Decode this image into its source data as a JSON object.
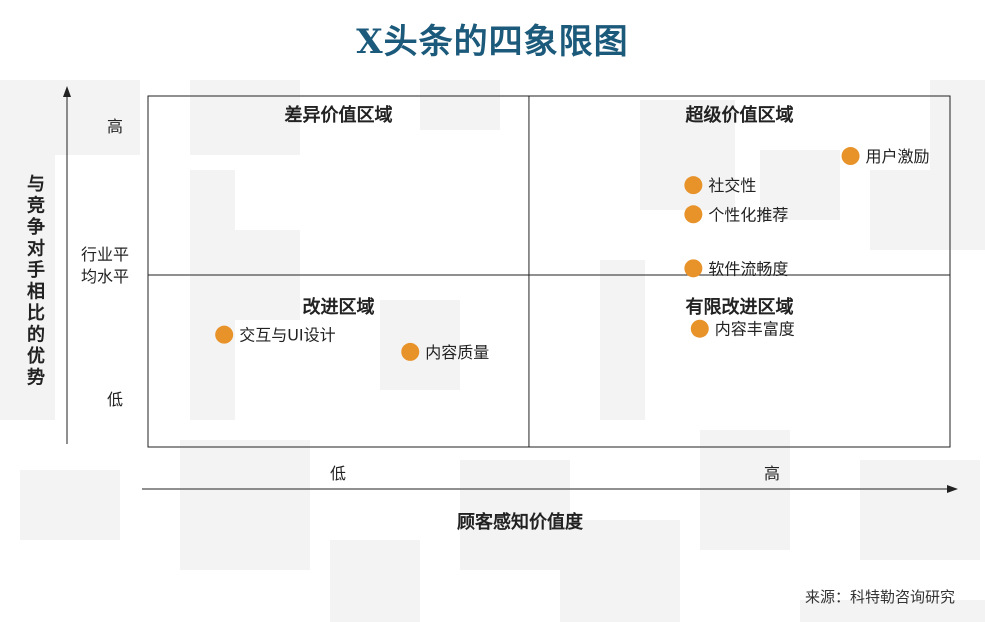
{
  "chart_data": {
    "type": "scatter",
    "title": "X头条的四象限图",
    "xlabel": "顾客感知价值度",
    "ylabel": "与竞争对手相比的优势",
    "x_ticks": [
      "低",
      "高"
    ],
    "y_ticks": [
      "高",
      "行业平均水平",
      "低"
    ],
    "xlim": [
      0,
      1
    ],
    "ylim": [
      0,
      1
    ],
    "quadrant_split": {
      "x": 0.475,
      "y": 0.49
    },
    "quadrants": [
      {
        "name": "差异价值区域",
        "pos": "top-left"
      },
      {
        "name": "超级价值区域",
        "pos": "top-right"
      },
      {
        "name": "改进区域",
        "pos": "bottom-left"
      },
      {
        "name": "有限改进区域",
        "pos": "bottom-right"
      }
    ],
    "points": [
      {
        "label": "用户激励",
        "x": 0.876,
        "y": 0.829
      },
      {
        "label": "社交性",
        "x": 0.68,
        "y": 0.746
      },
      {
        "label": "个性化推荐",
        "x": 0.68,
        "y": 0.663
      },
      {
        "label": "软件流畅度",
        "x": 0.68,
        "y": 0.509
      },
      {
        "label": "内容丰富度",
        "x": 0.688,
        "y": 0.337
      },
      {
        "label": "交互与UI设计",
        "x": 0.095,
        "y": 0.32
      },
      {
        "label": "内容质量",
        "x": 0.327,
        "y": 0.271
      }
    ],
    "point_color": "#e8922a",
    "grid": false,
    "legend": "none"
  },
  "source": "来源：科特勒咨询研究"
}
